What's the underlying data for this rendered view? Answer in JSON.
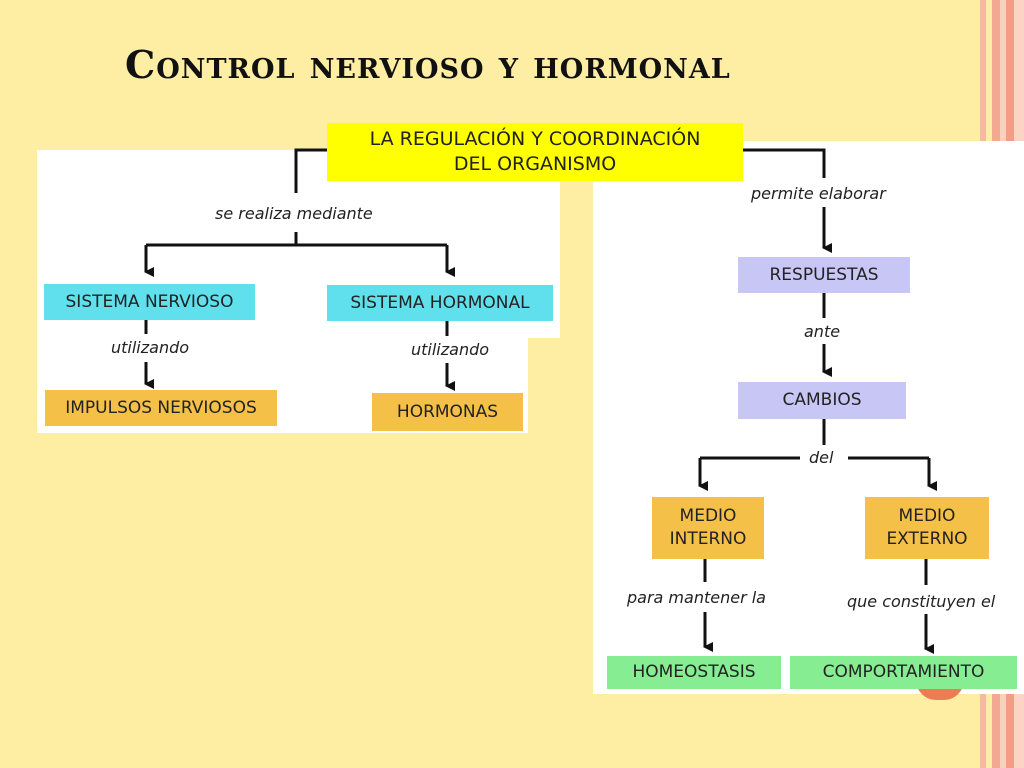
{
  "title": "Control nervioso y hormonal",
  "diagram": {
    "root": "LA REGULACIÓN Y COORDINACIÓN\nDEL ORGANISMO",
    "left": {
      "link_label": "se realiza mediante",
      "sistema_nervioso": "SISTEMA NERVIOSO",
      "sistema_hormonal": "SISTEMA HORMONAL",
      "utilizando_1": "utilizando",
      "utilizando_2": "utilizando",
      "impulsos": "IMPULSOS NERVIOSOS",
      "hormonas": "HORMONAS"
    },
    "right": {
      "permite": "permite elaborar",
      "respuestas": "RESPUESTAS",
      "ante": "ante",
      "cambios": "CAMBIOS",
      "del": "del",
      "medio_interno": "MEDIO\nINTERNO",
      "medio_externo": "MEDIO\nEXTERNO",
      "para_mantener": "para mantener la",
      "que_constituyen": "que constituyen el",
      "homeostasis": "HOMEOSTASIS",
      "comportamiento": "COMPORTAMIENTO"
    }
  },
  "colors": {
    "background": "#fdeea3",
    "root": "#ffff00",
    "cyan": "#5fe0ec",
    "orange": "#f5c047",
    "lavender": "#c8c6f4",
    "green": "#86ed93"
  }
}
